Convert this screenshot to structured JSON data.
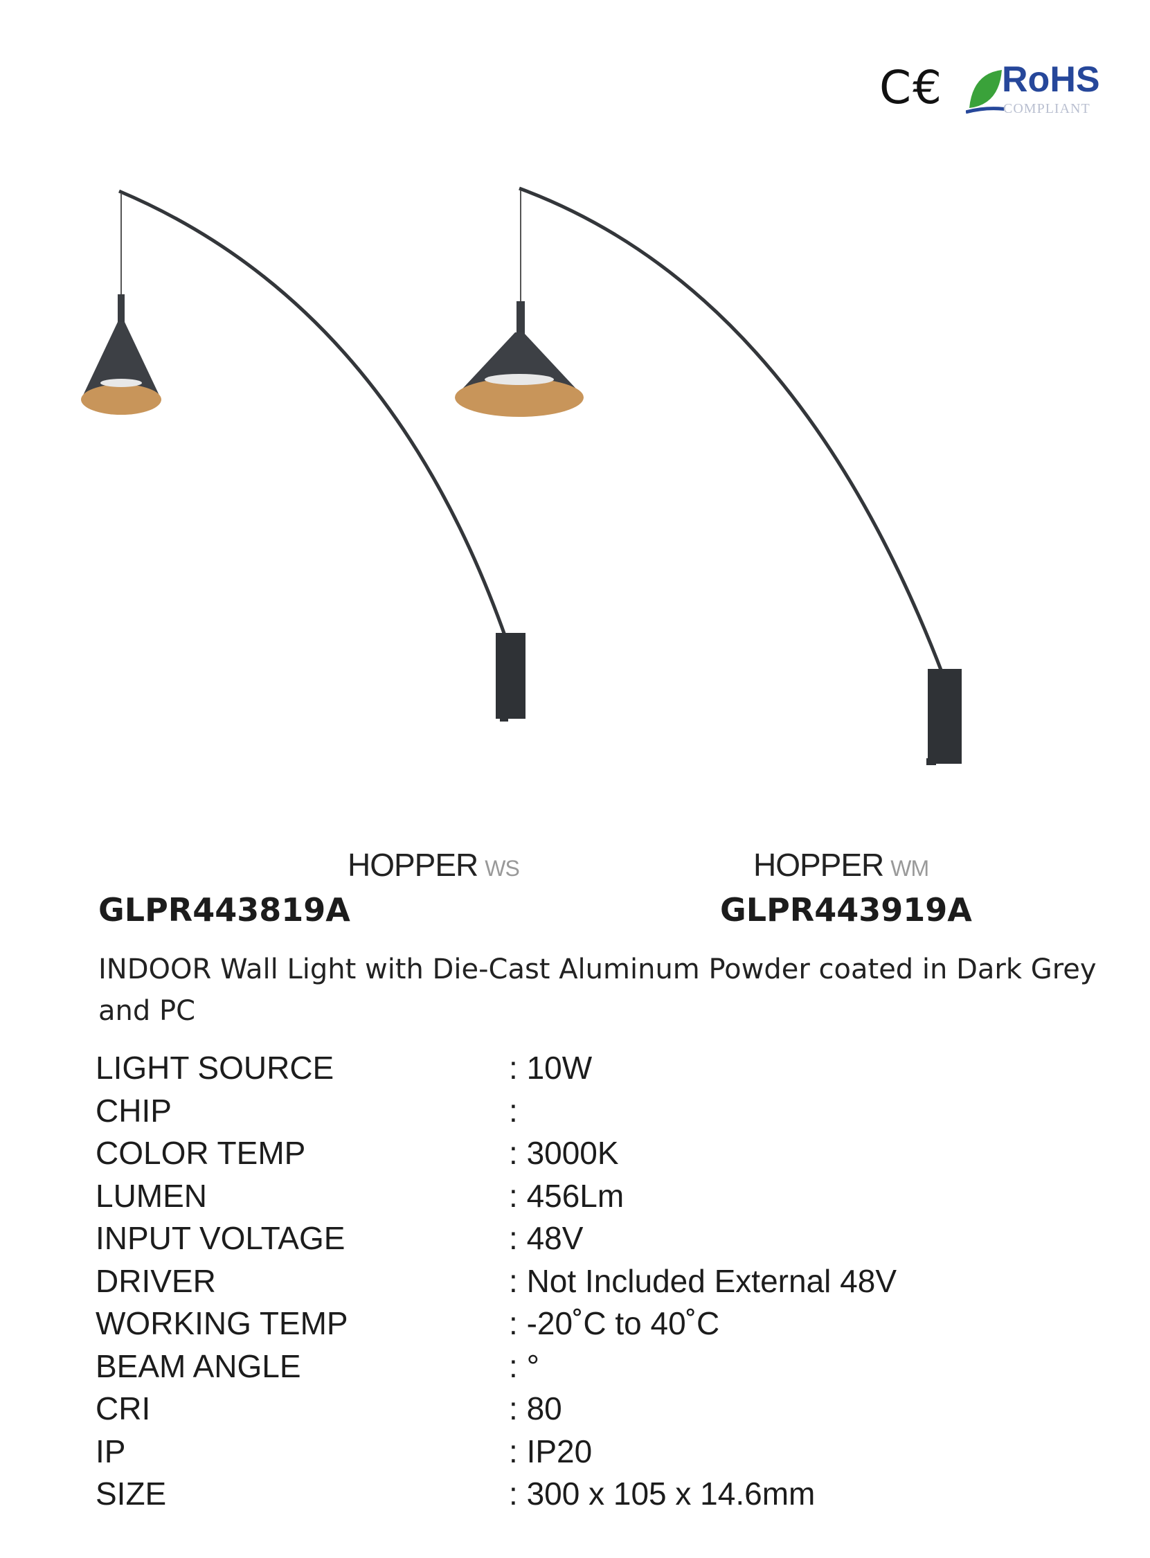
{
  "certifications": {
    "ce": "CE",
    "rohs": "RoHS",
    "rohs_sub": "COMPLIANT"
  },
  "products": [
    {
      "name": "HOPPER",
      "variant": "WS",
      "code": "GLPR443819A"
    },
    {
      "name": "HOPPER",
      "variant": "WM",
      "code": "GLPR443919A"
    }
  ],
  "description": "INDOOR Wall  Light with Die-Cast Aluminum Powder coated  in Dark Grey and PC",
  "specs": [
    {
      "label": "LIGHT SOURCE",
      "value": "10W"
    },
    {
      "label": "CHIP",
      "value": ""
    },
    {
      "label": "COLOR TEMP",
      "value": "3000K"
    },
    {
      "label": "LUMEN",
      "value": "456Lm"
    },
    {
      "label": "INPUT VOLTAGE",
      "value": "48V"
    },
    {
      "label": "DRIVER",
      "value": "Not Included External 48V"
    },
    {
      "label": "WORKING TEMP",
      "value": "-20˚C to 40˚C"
    },
    {
      "label": "BEAM ANGLE",
      "value": "°"
    },
    {
      "label": "CRI",
      "value": "80"
    },
    {
      "label": "IP",
      "value": "IP20"
    },
    {
      "label": "SIZE",
      "value": "300 x 105 x 14.6mm"
    }
  ],
  "colors": {
    "body": "#3a3d42",
    "inner": "#c8955a",
    "rohs_blue": "#26479a",
    "leaf": "#3aa23a"
  }
}
